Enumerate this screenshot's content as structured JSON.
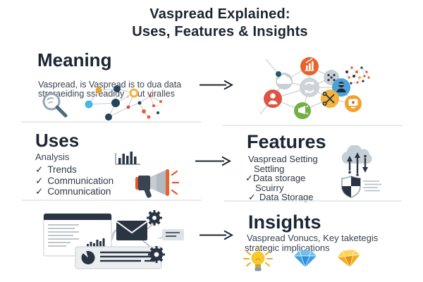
{
  "title": {
    "line1": "Vaspread Explained:",
    "line2": "Uses, Features & Insights"
  },
  "glyphs": {
    "check": "✓"
  },
  "meaning": {
    "heading": "Meaning",
    "body": "Vaspread, is Vaspread is to dua data streraeiding ssreadidy , But viralles"
  },
  "uses": {
    "heading": "Uses",
    "subheading": "Analysis",
    "items": [
      "Trends",
      "Communication",
      "Comnunication"
    ]
  },
  "features": {
    "heading": "Features",
    "lines": [
      "Vaspread Setting",
      "Settling",
      "Data storage",
      "Scuirry",
      "Data Storage"
    ]
  },
  "insights": {
    "heading": "Insights",
    "body_line1": "Vaspread Vonucs, Key taketegis",
    "body_line2": "strategic implications"
  },
  "icons": {
    "meaning": [
      "magnifier-icon",
      "mini-network-icon",
      "network-illustration"
    ],
    "uses": [
      "bar-chart-icon",
      "megaphone-icon"
    ],
    "features": [
      "cloud-transfer-icon",
      "shield-icon"
    ],
    "insights": [
      "lightbulb-icon",
      "blue-diamond-icon",
      "gold-diamond-icon"
    ],
    "connector": "arrow-right-icon"
  },
  "colors": {
    "heading": "#1c2633",
    "body": "#39434e",
    "orange": "#e8632c",
    "amber": "#f0a22e",
    "red": "#d9503f",
    "green": "#72b043",
    "blue": "#4aa3d8",
    "yellow": "#f3b33c",
    "cyan": "#45b8e8",
    "gray_node": "#c7ced4",
    "navy_illustration": "#2a3442",
    "divider": "#e7eaec"
  }
}
